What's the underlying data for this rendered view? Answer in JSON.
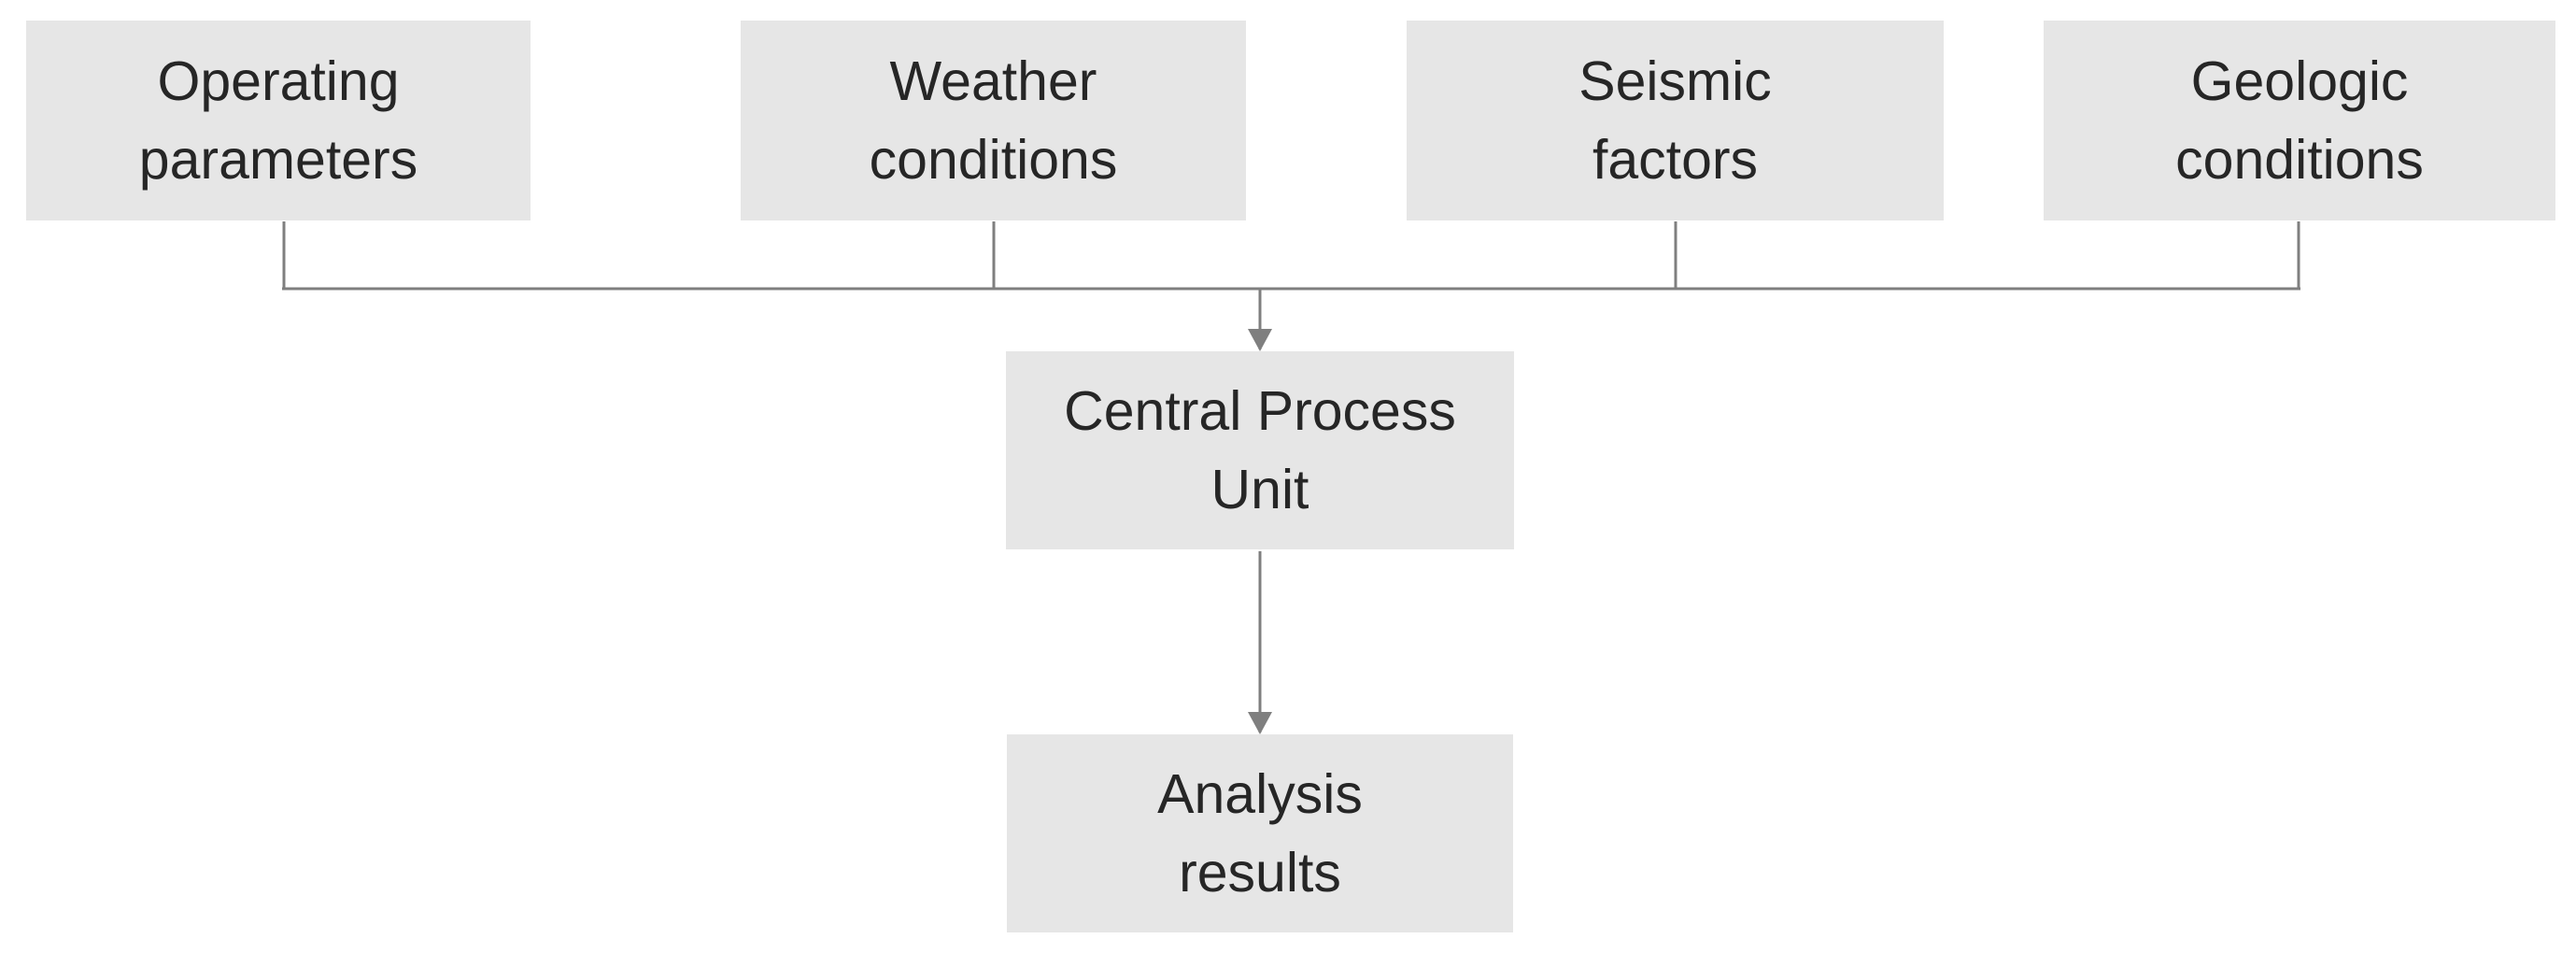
{
  "diagram": {
    "nodes": {
      "operating": {
        "label": "Operating\nparameters"
      },
      "weather": {
        "label": "Weather\nconditions"
      },
      "seismic": {
        "label": "Seismic\nfactors"
      },
      "geologic": {
        "label": "Geologic\nconditions"
      },
      "central": {
        "label": "Central Process\nUnit"
      },
      "analysis": {
        "label": "Analysis\nresults"
      }
    },
    "edges": [
      {
        "from": "operating",
        "to": "central"
      },
      {
        "from": "weather",
        "to": "central"
      },
      {
        "from": "seismic",
        "to": "central"
      },
      {
        "from": "geologic",
        "to": "central"
      },
      {
        "from": "central",
        "to": "analysis"
      }
    ],
    "colors": {
      "box_fill": "#e6e6e6",
      "text": "#262626",
      "line": "#7f7f7f"
    }
  }
}
